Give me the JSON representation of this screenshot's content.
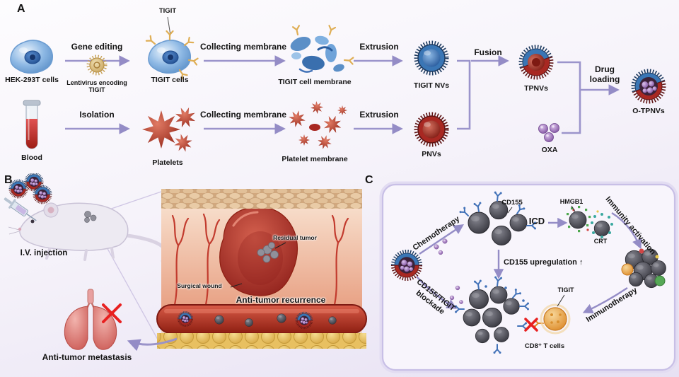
{
  "figure": {
    "panelA": {
      "label": "A",
      "tigit_tag": "TIGIT",
      "hek_cells": "HEK-293T cells",
      "gene_editing": "Gene editing",
      "lentivirus": "Lentivirus encoding TIGIT",
      "tigit_cells": "TIGIT cells",
      "collecting_membrane_1": "Collecting membrane",
      "tigit_cell_membrane": "TIGIT cell membrane",
      "extrusion_1": "Extrusion",
      "tigit_nvs": "TIGIT NVs",
      "fusion": "Fusion",
      "tpnvs": "TPNVs",
      "drug_loading": "Drug loading",
      "otpnvs": "O-TPNVs",
      "blood": "Blood",
      "isolation": "Isolation",
      "platelets": "Platelets",
      "collecting_membrane_2": "Collecting membrane",
      "platelet_membrane": "Platelet membrane",
      "extrusion_2": "Extrusion",
      "pnvs": "PNVs",
      "oxa": "OXA"
    },
    "panelB": {
      "label": "B",
      "iv_injection": "I.V. injection",
      "residual_tumor": "Residual tumor",
      "surgical_wound": "Surgical wound",
      "anti_tumor_recurrence": "Anti-tumor recurrence",
      "anti_tumor_metastasis": "Anti-tumor metastasis"
    },
    "panelC": {
      "label": "C",
      "chemotherapy": "Chemotherapy",
      "cd155": "CD155",
      "icd": "ICD",
      "hmgb1": "HMGB1",
      "crt": "CRT",
      "immunity_activation": "Immunity activation",
      "cd155_upregulation": "CD155 upregulation ↑",
      "cd155_tigit_blockade": "CD155/TIGIT blockade",
      "tigit": "TIGIT",
      "immunotherapy": "Immunotherapy",
      "cd8_t_cells": "CD8⁺ T cells"
    },
    "colors": {
      "arrow_purple": "#948cc6",
      "cell_blue": "#5b8fc7",
      "platelet_red": "#a82822",
      "oxa_purple": "#7d4f9e",
      "tumor_gray": "#4a4a52",
      "tcell_orange": "#e08a28",
      "blocked_red": "#e82020"
    }
  }
}
